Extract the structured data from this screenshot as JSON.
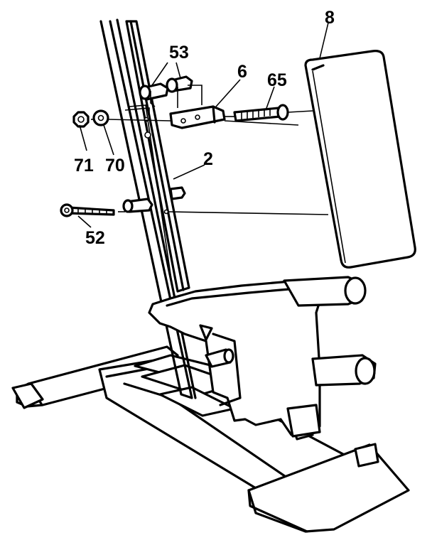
{
  "labels": {
    "p8": "8",
    "p53": "53",
    "p6": "6",
    "p65": "65",
    "p71": "71",
    "p70": "70",
    "p2": "2",
    "p52": "52"
  }
}
